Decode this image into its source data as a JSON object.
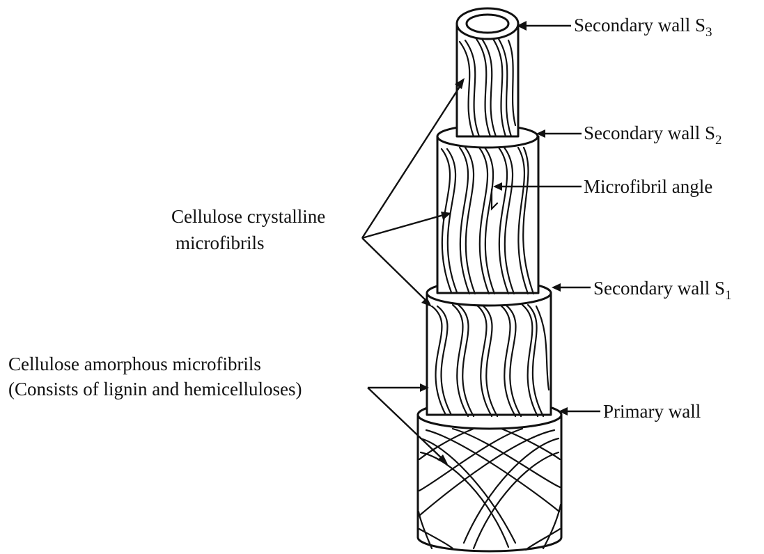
{
  "labels": {
    "s3": {
      "text": "Secondary wall S",
      "sub": "3"
    },
    "s2": {
      "text": "Secondary wall S",
      "sub": "2"
    },
    "mfa": {
      "text": "Microfibril angle"
    },
    "s1": {
      "text": "Secondary wall S",
      "sub": "1"
    },
    "primary": {
      "text": "Primary wall"
    },
    "crystalline": {
      "line1": "Cellulose crystalline",
      "line2": "microfibrils"
    },
    "amorphous": {
      "line1": "Cellulose amorphous microfibrils",
      "line2": "(Consists of lignin and hemicelluloses)"
    }
  },
  "layers": [
    "Secondary wall S3",
    "Secondary wall S2",
    "Secondary wall S1",
    "Primary wall"
  ]
}
